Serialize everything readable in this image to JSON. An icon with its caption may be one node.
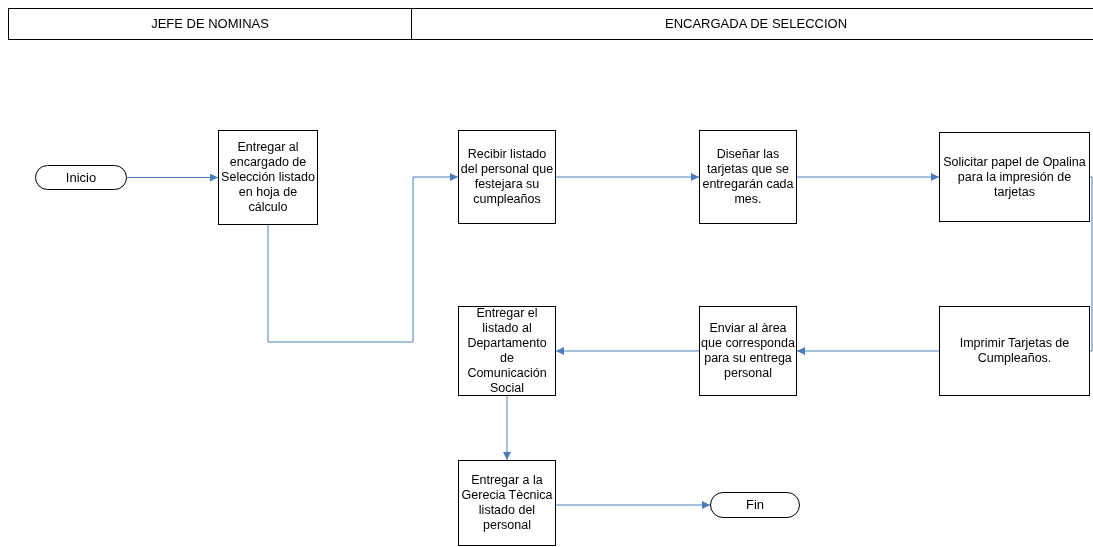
{
  "diagram": {
    "nodes": [
      {
        "text": [
          "JEFE DE NOMINAS"
        ]
      },
      {
        "text": [
          "ENCARGADA DE SELECCION"
        ]
      },
      {
        "text": [
          "Inicio"
        ]
      },
      {
        "text": [
          "Entregar al encargado de Selección listado en hoja de cálculo"
        ]
      },
      {
        "text": [
          "Recibir listado del personal que festejara su cumpleaños"
        ]
      },
      {
        "text": [
          "Diseñar las tarjetas que se entregarán  cada mes."
        ]
      },
      {
        "text": [
          "Solicitar papel de Opalina para la impresión de tarjetas"
        ]
      },
      {
        "text": [
          "Imprimir Tarjetas de Cumpleaños."
        ]
      },
      {
        "text": [
          "Enviar al àrea que corresponda para su entrega personal"
        ]
      },
      {
        "text": [
          "Entregar el listado al  Departamento de Comunicación Social"
        ]
      },
      {
        "text": [
          "Entregar a la Gerecia Tècnica listado del personal"
        ]
      },
      {
        "text": [
          "Fin"
        ]
      }
    ],
    "edges": [
      {
        "from": 2,
        "to": 3,
        "arrow": "to"
      },
      {
        "from": 3,
        "to": 4,
        "arrow": "to"
      },
      {
        "from": 4,
        "to": 5,
        "arrow": "to"
      },
      {
        "from": 5,
        "to": 6,
        "arrow": "to"
      },
      {
        "from": 6,
        "to": 7,
        "arrow": "none"
      },
      {
        "from": 7,
        "to": 8,
        "arrow": "to"
      },
      {
        "from": 8,
        "to": 9,
        "arrow": "to"
      },
      {
        "from": 9,
        "to": 10,
        "arrow": "to"
      },
      {
        "from": 10,
        "to": 11,
        "arrow": "to"
      }
    ]
  }
}
